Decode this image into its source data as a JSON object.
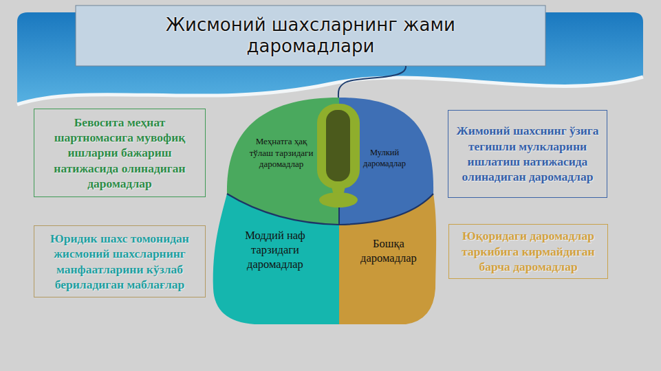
{
  "diagram": {
    "title": "Жисмоний шахсларнинг жами даромадлари",
    "nodes": [
      {
        "text": [
          "Бевосита меҳнат шартномасига мувофиқ ишларни бажариш натижасида олинадиган даромадлар"
        ]
      },
      {
        "text": [
          "Меҳнатга ҳақ тўлаш тарзидаги даромадлар"
        ]
      },
      {
        "text": [
          "Мулкий даромадлар"
        ]
      },
      {
        "text": [
          "Жимоний шахснинг ўзига тегишли мулкларини ишлатиш натижасида олинадиган даромадлар"
        ]
      },
      {
        "text": [
          "Юридик шахс томонидан жисмоний шахсларнинг манфаатларини кўзлаб бериладиган маблағлар"
        ]
      },
      {
        "text": [
          "Моддий наф тарзидаги даромадлар"
        ]
      },
      {
        "text": [
          "Бошқа даромадлар"
        ]
      },
      {
        "text": [
          "Юқоридаги даромадлар таркибига кирмайдиган барча даромадлар"
        ]
      }
    ]
  }
}
